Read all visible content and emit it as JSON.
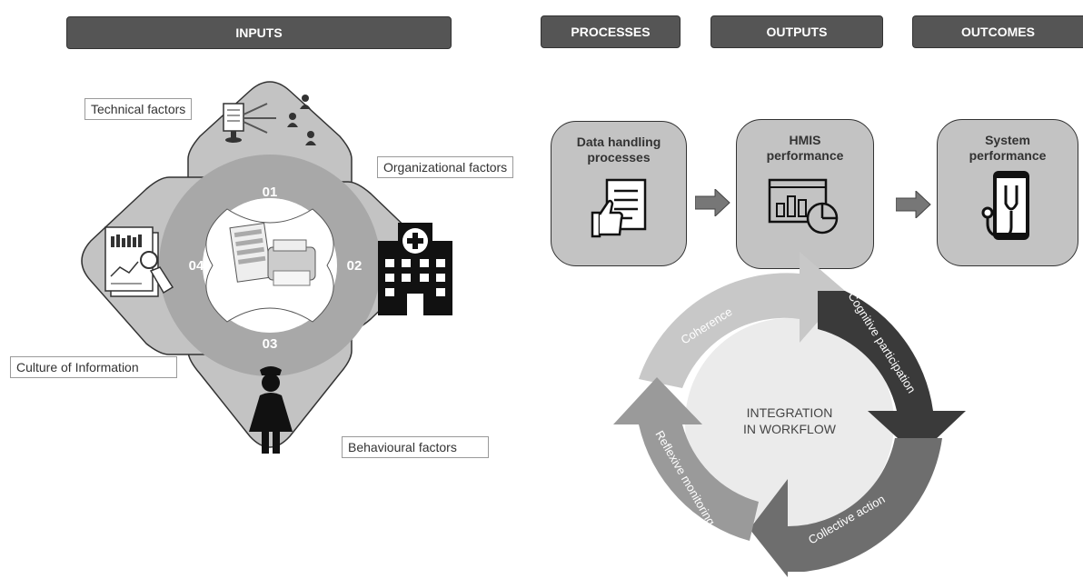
{
  "headers": {
    "inputs": "INPUTS",
    "processes": "PROCESSES",
    "outputs": "OUTPUTS",
    "outcomes": "OUTCOMES"
  },
  "inputs": {
    "technical": "Technical factors",
    "organizational": "Organizational factors",
    "culture": "Culture of Information",
    "behavioural": "Behavioural factors",
    "num_01": "01",
    "num_02": "02",
    "num_03": "03",
    "num_04": "04"
  },
  "flow": {
    "processes_line1": "Data handling",
    "processes_line2": "processes",
    "outputs_line1": "HMIS",
    "outputs_line2": "performance",
    "outcomes_line1": "System",
    "outcomes_line2": "performance"
  },
  "cycle": {
    "center_line1": "INTEGRATION",
    "center_line2": "IN WORKFLOW",
    "coherence": "Coherence",
    "cognitive": "Cognitive participation",
    "collective": "Collective action",
    "reflexive": "Reflexive monitoring"
  },
  "icons": {
    "technical": "network-users-icon",
    "organizational": "hospital-icon",
    "behavioural": "nurse-icon",
    "culture": "report-magnifier-icon",
    "center": "documents-printer-icon",
    "processes": "document-thumbs-up-icon",
    "outputs": "analytics-chart-icon",
    "outcomes": "phone-stethoscope-icon"
  },
  "colors": {
    "header": "#555555",
    "petal": "#c3c3c3",
    "ring": "#a8a8a8",
    "coherence_arrow": "#c8c8c8",
    "cognitive_arrow": "#3a3a3a",
    "collective_arrow": "#6e6e6e",
    "reflexive_arrow": "#9a9a9a"
  }
}
